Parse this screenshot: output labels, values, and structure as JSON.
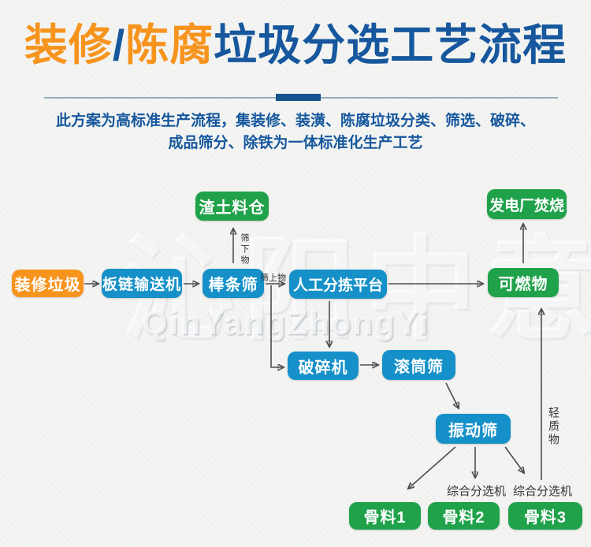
{
  "palette": {
    "orange": "#f7941e",
    "blue": "#1590c8",
    "green": "#1fa24a",
    "title_blue": "#16579d",
    "divider_dash": "#15508f",
    "arrow_gray": "#4d4d4d",
    "background": "#f4f5f3"
  },
  "header": {
    "title_part1": "装修",
    "title_slash": "/",
    "title_part2": "陈腐",
    "title_part3": "垃圾分选工艺流程",
    "subtitle_line1": "此方案为高标准生产流程，集装修、装潢、陈腐垃圾分类、筛选、破碎、",
    "subtitle_line2": "成品筛分、除铁为一体标准化生产工艺"
  },
  "watermark": {
    "cjk": "沁阳中意",
    "latin": "QinYangZhongYi"
  },
  "flowchart": {
    "nodes": [
      {
        "id": "zhuangxiu-laji",
        "label": "装修垃圾",
        "color": "orange"
      },
      {
        "id": "banlian-shusongji",
        "label": "板链输送机",
        "color": "blue"
      },
      {
        "id": "bangtiaoshai",
        "label": "棒条筛",
        "color": "blue"
      },
      {
        "id": "zhatu-liaocang",
        "label": "渣土料仓",
        "color": "green"
      },
      {
        "id": "rengong-fenjian-pingtai",
        "label": "人工分拣平台",
        "color": "blue"
      },
      {
        "id": "keranwu",
        "label": "可燃物",
        "color": "green"
      },
      {
        "id": "fadianchang-fenshao",
        "label": "发电厂焚烧",
        "color": "green"
      },
      {
        "id": "posuiji",
        "label": "破碎机",
        "color": "blue"
      },
      {
        "id": "guntongshai",
        "label": "滚筒筛",
        "color": "blue"
      },
      {
        "id": "zhendongshai",
        "label": "振动筛",
        "color": "blue"
      },
      {
        "id": "guliao-1",
        "label": "骨料1",
        "color": "green"
      },
      {
        "id": "guliao-2",
        "label": "骨料2",
        "color": "green"
      },
      {
        "id": "guliao-3",
        "label": "骨料3",
        "color": "green"
      }
    ],
    "edge_labels": {
      "shai_xia_wu": "筛下物",
      "shai_shang_wu": "筛上物",
      "qing_zhi_wu": "轻质物",
      "zonghe_fenxuanji_1": "综合分选机",
      "zonghe_fenxuanji_2": "综合分选机"
    }
  }
}
